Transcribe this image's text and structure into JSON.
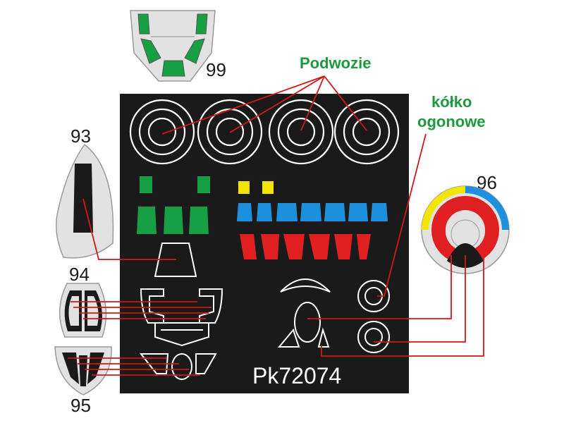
{
  "labels": {
    "podwozie": "Podwozie",
    "kolko_line1": "kółko",
    "kolko_line2": "ogonowe",
    "part_99": "99",
    "part_93": "93",
    "part_94": "94",
    "part_95": "95",
    "part_96": "96",
    "product_code": "Pk72074"
  },
  "colors": {
    "sheet": "#1a1a1a",
    "outline": "#ffffff",
    "green": "#17a043",
    "yellow": "#f2e600",
    "blue": "#1e90e0",
    "red": "#e02020",
    "leader": "#d01818",
    "grey": "#e2e2e2"
  }
}
